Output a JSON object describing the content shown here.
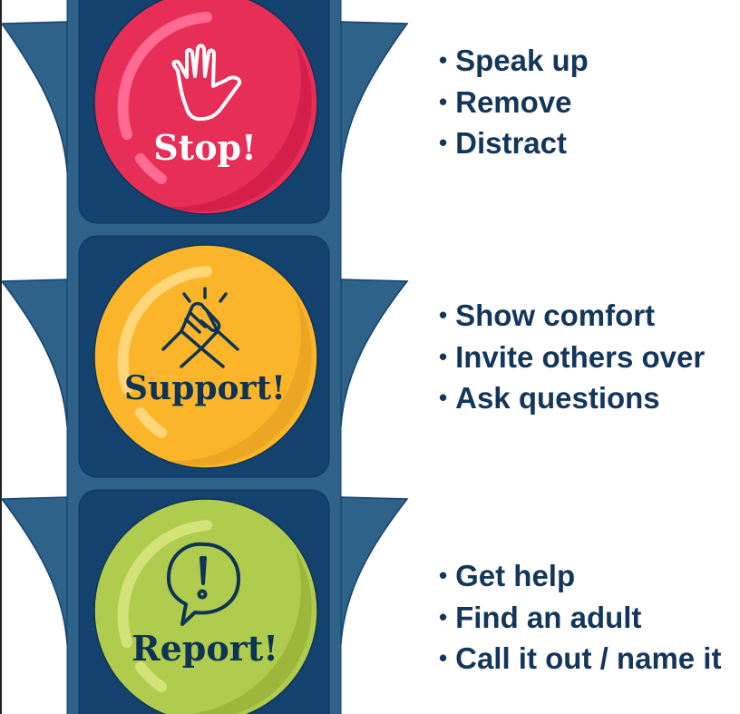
{
  "lights": [
    {
      "label": "Stop!",
      "icon": "stop-hand-icon",
      "color": "#e62e57",
      "actions": [
        "Speak up",
        "Remove",
        "Distract"
      ]
    },
    {
      "label": "Support!",
      "icon": "handshake-icon",
      "color": "#fbb52b",
      "actions": [
        "Show comfort",
        "Invite others over",
        "Ask questions"
      ]
    },
    {
      "label": "Report!",
      "icon": "speech-bubble-exclamation-icon",
      "color": "#b0cc4e",
      "actions": [
        "Get help",
        "Find an adult",
        "Call it out / name it"
      ]
    }
  ],
  "colors": {
    "pole": "#2e6289",
    "panel": "#14426f",
    "text": "#14365a"
  }
}
